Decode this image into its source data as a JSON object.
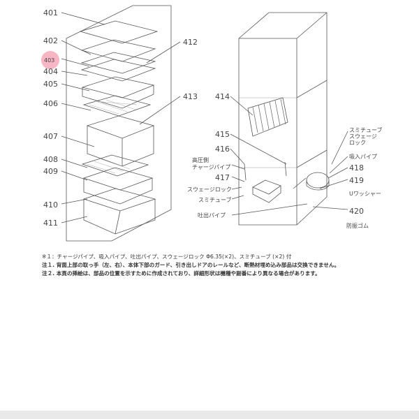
{
  "parts": {
    "p401": "401",
    "p402": "402",
    "p403": "403",
    "p404": "404",
    "p405": "405",
    "p406": "406",
    "p407": "407",
    "p408": "408",
    "p409": "409",
    "p410": "410",
    "p411": "411",
    "p412": "412",
    "p413": "413",
    "p414": "414",
    "p415": "415",
    "p416": "416",
    "p417": "417",
    "p418": "418",
    "p419": "419",
    "p420": "420"
  },
  "labels": {
    "suction_pipe": "吸入パイプ",
    "charge_pipe_1": "高圧側",
    "charge_pipe_2": "チャージパイプ",
    "swage_lock": "スウェージロック",
    "smi_tube": "スミチューブ",
    "discharge_pipe": "吐出パイプ",
    "smi_swage_1": "スミチューブ",
    "smi_swage_2": "スウェージ",
    "smi_swage_3": "ロック",
    "u_washer": "Uワッシャー",
    "vibration_rubber": "防振ゴム"
  },
  "highlight": {
    "color": "#f7a8b8"
  },
  "notes": {
    "note_star": "※１：チャージパイプ、吸入パイプ、吐出パイプ、スウェージロック Φ6.35(×2)、スミチューブ (×2) 付",
    "note_1": "注１. 背面上部の取っ手（左、右）、本体下部のガード、引き出しドアのレールなど、断熱材埋め込み部品は交換できません。",
    "note_2": "注２. 本頁の挿絵は、部品の位置を示すために作成されており、詳細形状は機種や副番により異なる場合があります。"
  }
}
